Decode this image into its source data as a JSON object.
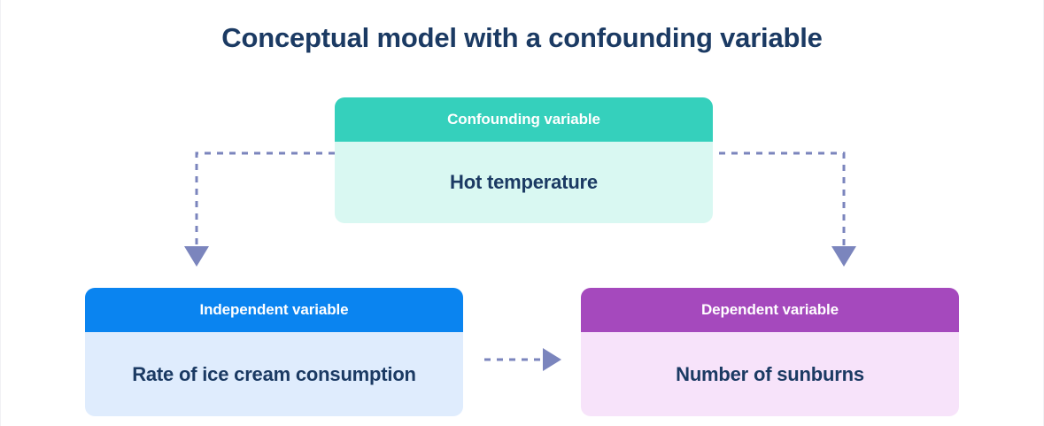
{
  "title": "Conceptual model with a confounding variable",
  "colors": {
    "title_text": "#1b3a63",
    "body_text": "#1b3a63",
    "confounding_header": "#35d0bc",
    "confounding_body": "#d9f8f2",
    "independent_header": "#0a84f0",
    "independent_body": "#dfecfd",
    "dependent_header": "#a549bd",
    "dependent_body": "#f7e3fa",
    "arrow": "#7b85bd",
    "background": "#ffffff"
  },
  "cards": {
    "confounding": {
      "header": "Confounding variable",
      "body": "Hot temperature"
    },
    "independent": {
      "header": "Independent variable",
      "body": "Rate of ice cream consumption"
    },
    "dependent": {
      "header": "Dependent variable",
      "body": "Number of sunburns"
    }
  },
  "connectors": [
    {
      "name": "confounding-to-independent",
      "style": "dashed-elbow-arrow",
      "direction": "down"
    },
    {
      "name": "confounding-to-dependent",
      "style": "dashed-elbow-arrow",
      "direction": "down"
    },
    {
      "name": "independent-to-dependent",
      "style": "dashed-arrow",
      "direction": "right"
    }
  ]
}
